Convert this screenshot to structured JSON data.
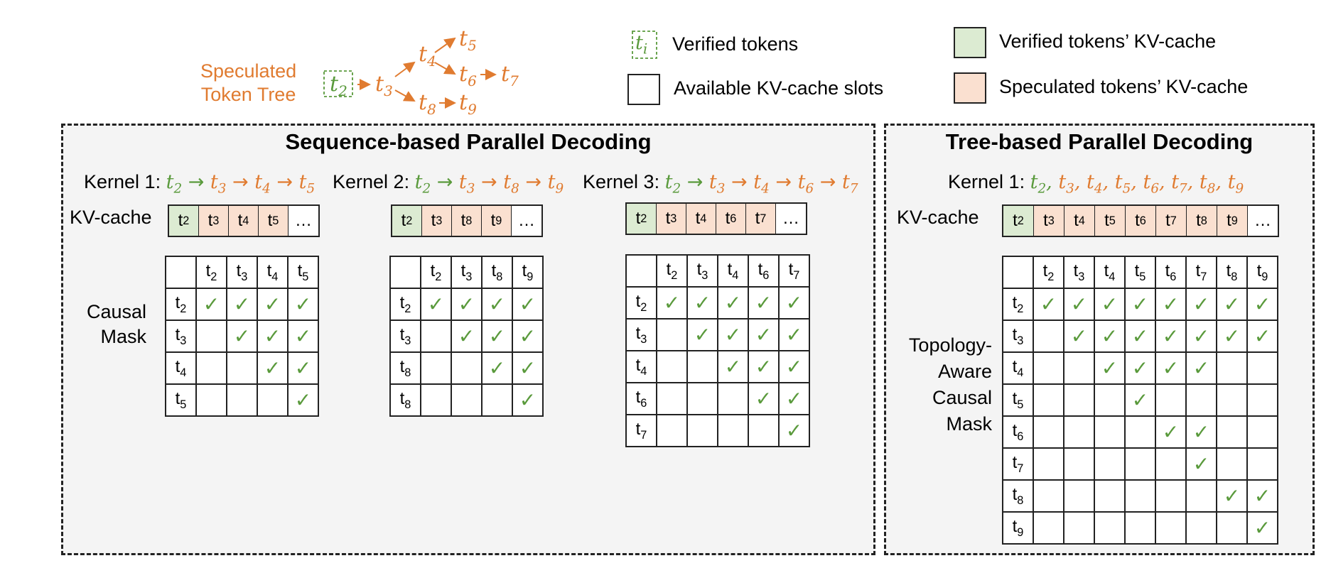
{
  "legend": {
    "tree_label_line1": "Speculated",
    "tree_label_line2": "Token Tree",
    "ti_symbol": "t",
    "ti_sub": "i",
    "verified_tokens": "Verified tokens",
    "available_slots": "Available KV-cache slots",
    "verified_kv": "Verified tokens’ KV-cache",
    "speculated_kv": "Speculated tokens’ KV-cache",
    "colors": {
      "verified": "#dcebd2",
      "speculated": "#fae0d0",
      "green_text": "#5a9a3c",
      "orange_text": "#e07b30"
    }
  },
  "tree": {
    "t2": "2",
    "t3": "3",
    "t4": "4",
    "t5": "5",
    "t6": "6",
    "t7": "7",
    "t8": "8",
    "t9": "9",
    "letter": "t"
  },
  "sequence_panel": {
    "title": "Sequence-based Parallel Decoding",
    "kv_label": "KV-cache",
    "mask_label_line1": "Causal",
    "mask_label_line2": "Mask",
    "kernels": [
      {
        "label": "Kernel 1:",
        "path": [
          "2",
          "3",
          "4",
          "5"
        ],
        "kv": [
          {
            "sub": "2",
            "type": "ver"
          },
          {
            "sub": "3",
            "type": "spec"
          },
          {
            "sub": "4",
            "type": "spec"
          },
          {
            "sub": "5",
            "type": "spec"
          },
          {
            "text": "…",
            "type": "empty"
          }
        ],
        "cols": [
          "2",
          "3",
          "4",
          "5"
        ],
        "rows": [
          "2",
          "3",
          "4",
          "5"
        ],
        "mask": [
          [
            1,
            1,
            1,
            1
          ],
          [
            0,
            1,
            1,
            1
          ],
          [
            0,
            0,
            1,
            1
          ],
          [
            0,
            0,
            0,
            1
          ]
        ]
      },
      {
        "label": "Kernel 2:",
        "path": [
          "2",
          "3",
          "8",
          "9"
        ],
        "kv": [
          {
            "sub": "2",
            "type": "ver"
          },
          {
            "sub": "3",
            "type": "spec"
          },
          {
            "sub": "8",
            "type": "spec"
          },
          {
            "sub": "9",
            "type": "spec"
          },
          {
            "text": "…",
            "type": "empty"
          }
        ],
        "cols": [
          "2",
          "3",
          "8",
          "9"
        ],
        "rows": [
          "2",
          "3",
          "8",
          "8"
        ],
        "mask": [
          [
            1,
            1,
            1,
            1
          ],
          [
            0,
            1,
            1,
            1
          ],
          [
            0,
            0,
            1,
            1
          ],
          [
            0,
            0,
            0,
            1
          ]
        ]
      },
      {
        "label": "Kernel 3:",
        "path": [
          "2",
          "3",
          "4",
          "6",
          "7"
        ],
        "kv": [
          {
            "sub": "2",
            "type": "ver"
          },
          {
            "sub": "3",
            "type": "spec"
          },
          {
            "sub": "4",
            "type": "spec"
          },
          {
            "sub": "6",
            "type": "spec"
          },
          {
            "sub": "7",
            "type": "spec"
          },
          {
            "text": "…",
            "type": "empty"
          }
        ],
        "cols": [
          "2",
          "3",
          "4",
          "6",
          "7"
        ],
        "rows": [
          "2",
          "3",
          "4",
          "6",
          "7"
        ],
        "mask": [
          [
            1,
            1,
            1,
            1,
            1
          ],
          [
            0,
            1,
            1,
            1,
            1
          ],
          [
            0,
            0,
            1,
            1,
            1
          ],
          [
            0,
            0,
            0,
            1,
            1
          ],
          [
            0,
            0,
            0,
            0,
            1
          ]
        ]
      }
    ]
  },
  "tree_panel": {
    "title": "Tree-based Parallel Decoding",
    "kernel_label": "Kernel 1:",
    "kernel_tokens": [
      "2",
      "3",
      "4",
      "5",
      "6",
      "7",
      "8",
      "9"
    ],
    "kv_label": "KV-cache",
    "kv": [
      {
        "sub": "2",
        "type": "ver"
      },
      {
        "sub": "3",
        "type": "spec"
      },
      {
        "sub": "4",
        "type": "spec"
      },
      {
        "sub": "5",
        "type": "spec"
      },
      {
        "sub": "6",
        "type": "spec"
      },
      {
        "sub": "7",
        "type": "spec"
      },
      {
        "sub": "8",
        "type": "spec"
      },
      {
        "sub": "9",
        "type": "spec"
      },
      {
        "text": "…",
        "type": "empty"
      }
    ],
    "mask_label_lines": [
      "Topology-",
      "Aware",
      "Causal",
      "Mask"
    ],
    "cols": [
      "2",
      "3",
      "4",
      "5",
      "6",
      "7",
      "8",
      "9"
    ],
    "rows": [
      "2",
      "3",
      "4",
      "5",
      "6",
      "7",
      "8",
      "9"
    ],
    "mask": [
      [
        1,
        1,
        1,
        1,
        1,
        1,
        1,
        1
      ],
      [
        0,
        1,
        1,
        1,
        1,
        1,
        1,
        1
      ],
      [
        0,
        0,
        1,
        1,
        1,
        1,
        0,
        0
      ],
      [
        0,
        0,
        0,
        1,
        0,
        0,
        0,
        0
      ],
      [
        0,
        0,
        0,
        0,
        1,
        1,
        0,
        0
      ],
      [
        0,
        0,
        0,
        0,
        0,
        1,
        0,
        0
      ],
      [
        0,
        0,
        0,
        0,
        0,
        0,
        1,
        1
      ],
      [
        0,
        0,
        0,
        0,
        0,
        0,
        0,
        1
      ]
    ]
  },
  "check_symbol": "✓",
  "arrow_symbol": "→",
  "letter": "t"
}
